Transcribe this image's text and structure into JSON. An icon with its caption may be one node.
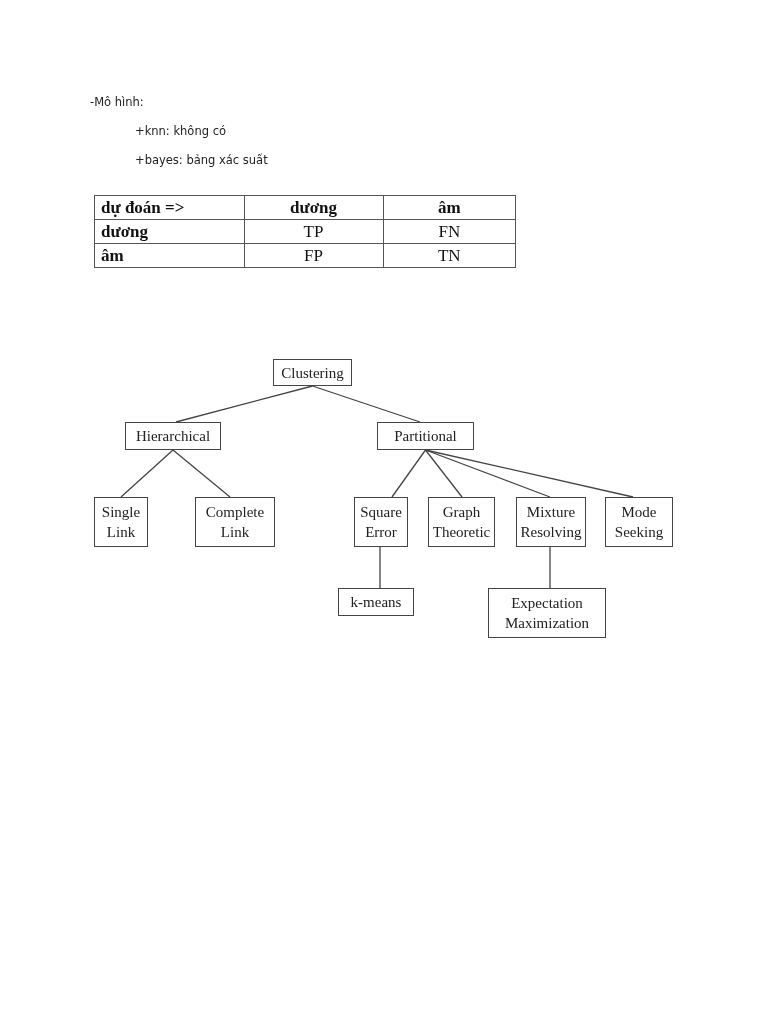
{
  "diagram": {
    "nodes": [
      {
        "text": [
          "Clustering"
        ]
      },
      {
        "text": [
          "Hierarchical"
        ]
      },
      {
        "text": [
          "Partitional"
        ]
      },
      {
        "text": [
          "Single Link"
        ]
      },
      {
        "text": [
          "Complete Link"
        ]
      },
      {
        "text": [
          "Square Error"
        ]
      },
      {
        "text": [
          "Graph Theoretic"
        ]
      },
      {
        "text": [
          "Mixture Resolving"
        ]
      },
      {
        "text": [
          "Mode Seeking"
        ]
      },
      {
        "text": [
          "k-means"
        ]
      },
      {
        "text": [
          "Expectation Maximization"
        ]
      }
    ],
    "edges": [
      {
        "from": 0,
        "to": 1,
        "arrow": "none"
      },
      {
        "from": 0,
        "to": 2,
        "arrow": "none"
      },
      {
        "from": 1,
        "to": 3,
        "arrow": "none"
      },
      {
        "from": 1,
        "to": 4,
        "arrow": "none"
      },
      {
        "from": 2,
        "to": 5,
        "arrow": "none"
      },
      {
        "from": 2,
        "to": 6,
        "arrow": "none"
      },
      {
        "from": 2,
        "to": 7,
        "arrow": "none"
      },
      {
        "from": 2,
        "to": 8,
        "arrow": "none"
      },
      {
        "from": 5,
        "to": 9,
        "arrow": "none"
      },
      {
        "from": 7,
        "to": 10,
        "arrow": "none"
      }
    ],
    "labels": [
      "-Mô hình:",
      "+knn: không có",
      "+bayes: bảng xác suất",
      "dự đoán =>",
      "dương",
      "âm",
      "dương",
      "TP",
      "FN",
      "âm",
      "FP",
      "TN"
    ]
  }
}
